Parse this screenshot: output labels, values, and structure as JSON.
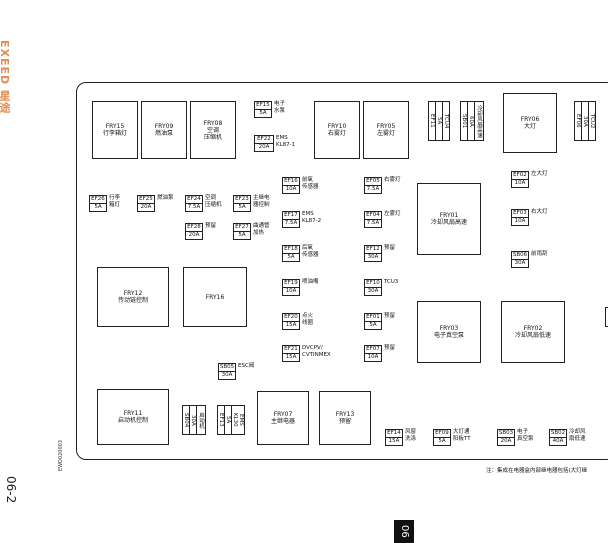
{
  "brand": "EXEED 星途",
  "side_code": "EWD020003",
  "chapter": "06-2",
  "page_tab": "06",
  "note": "注：集成在电器盒内部继电器包括(大灯继",
  "relays": {
    "fry15": [
      "FRY15",
      "行李箱灯"
    ],
    "fry09": [
      "FRY09",
      "燃油泵"
    ],
    "fry08": [
      "FRY08",
      "空调",
      "压缩机"
    ],
    "fry10": [
      "FRY10",
      "右雾灯"
    ],
    "fry05": [
      "FRY05",
      "左雾灯"
    ],
    "fry06": [
      "FRY06",
      "大灯"
    ],
    "fry01": [
      "FRY01",
      "冷却风扇高速"
    ],
    "fry12": [
      "FRY12",
      "传动链控制"
    ],
    "fry16": [
      "FRY16"
    ],
    "fry03": [
      "FRY03",
      "电子真空泵"
    ],
    "fry02": [
      "FRY02",
      "冷却风扇低速"
    ],
    "fry11": [
      "FRY11",
      "启动机控制"
    ],
    "fry07": [
      "FRY07",
      "主继电器"
    ],
    "fry13": [
      "FRY13",
      "预留"
    ]
  },
  "fuses": {
    "ef15": {
      "id": "EF15",
      "amp": "5A",
      "label": "电子\n水泵"
    },
    "ef22": {
      "id": "EF22",
      "amp": "20A",
      "label": "EMS\nKL87-1"
    },
    "ef16": {
      "id": "EF16",
      "amp": "10A",
      "label": "前氧\n传感器"
    },
    "ef17": {
      "id": "EF17",
      "amp": "7.5A",
      "label": "EMS\nKL87-2"
    },
    "ef18": {
      "id": "EF18",
      "amp": "5A",
      "label": "后氧\n传感器"
    },
    "ef19": {
      "id": "EF19",
      "amp": "10A",
      "label": "喷油嘴"
    },
    "ef20": {
      "id": "EF20",
      "amp": "15A",
      "label": "点火\n线圈"
    },
    "ef21": {
      "id": "EF21",
      "amp": "15A",
      "label": "DVCPV/\nCVTINMEX"
    },
    "ef05": {
      "id": "EF05",
      "amp": "7.5A",
      "label": "右雾灯"
    },
    "ef04": {
      "id": "EF04",
      "amp": "7.5A",
      "label": "左雾灯"
    },
    "ef12": {
      "id": "EF12",
      "amp": "30A",
      "label": "预留"
    },
    "ef10": {
      "id": "EF10",
      "amp": "30A",
      "label": "TCU3"
    },
    "ef01": {
      "id": "EF01",
      "amp": "5A",
      "label": "预留"
    },
    "ef07": {
      "id": "EF07",
      "amp": "10A",
      "label": "预留"
    },
    "ef26": {
      "id": "EF26",
      "amp": "5A",
      "label": "行李\n箱灯"
    },
    "ef25": {
      "id": "EF25",
      "amp": "20A",
      "label": "燃油泵"
    },
    "ef24": {
      "id": "EF24",
      "amp": "7.5A",
      "label": "空调\n压缩机"
    },
    "ef23": {
      "id": "EF23",
      "amp": "5A",
      "label": "主继电\n器控制"
    },
    "ef28": {
      "id": "EF28",
      "amp": "20A",
      "label": "预留"
    },
    "ef27": {
      "id": "EF27",
      "amp": "5A",
      "label": "曲通管\n加热"
    },
    "ef02": {
      "id": "EF02",
      "amp": "10A",
      "label": "左大灯"
    },
    "ef03": {
      "id": "EF03",
      "amp": "10A",
      "label": "右大灯"
    },
    "sb06": {
      "id": "SB06",
      "amp": "30A",
      "label": "前雨刮"
    },
    "sb05": {
      "id": "SB05",
      "amp": "30A",
      "label": "ESC阀"
    },
    "ef14": {
      "id": "EF14",
      "amp": "15A",
      "label": "风窗\n洗涤"
    },
    "ef09": {
      "id": "EF09",
      "amp": "5A",
      "label": "大灯通\n阳板TT"
    },
    "sb03": {
      "id": "SB03",
      "amp": "20A",
      "label": "电子\n真空泵"
    },
    "sb02": {
      "id": "SB02",
      "amp": "40A",
      "label": "冷却风\n扇低速"
    }
  },
  "vfuses": {
    "ef11": [
      "EF11",
      "5A",
      "TCU4"
    ],
    "sb01": [
      "SB01",
      "60A",
      "冷却风扇高速"
    ],
    "ef06": [
      "EF06",
      "30A",
      "TCU2"
    ],
    "sb04": [
      "SB04",
      "30A",
      "启动机"
    ],
    "ef13": [
      "EF13",
      "5A",
      "EMS KL30"
    ]
  }
}
